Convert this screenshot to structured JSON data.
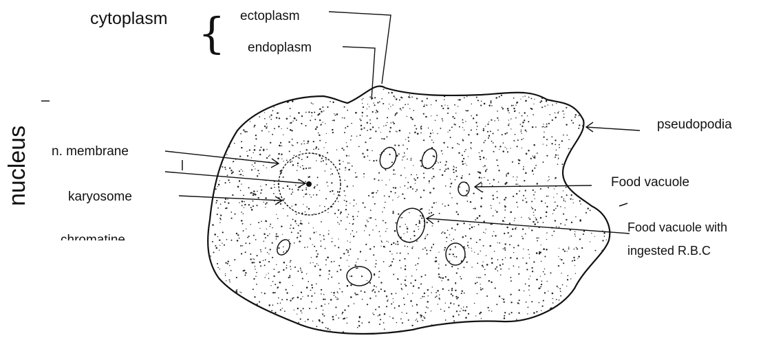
{
  "labels": {
    "cytoplasm": "cytoplasm",
    "brace": "{",
    "ectoplasm": "ectoplasm",
    "endoplasm": "endoplasm",
    "nucleus": "nucleus",
    "n_membrane": "n. membrane",
    "karyosome": "karyosome",
    "chromatine": "chromatine",
    "pseudopodia": "pseudopodia",
    "food_vacuole": "Food vacuole",
    "food_vacuole_rbc_line1": "Food vacuole with",
    "food_vacuole_rbc_line2": "ingested R.B.C"
  },
  "colors": {
    "ink": "#111111",
    "background": "#ffffff"
  }
}
